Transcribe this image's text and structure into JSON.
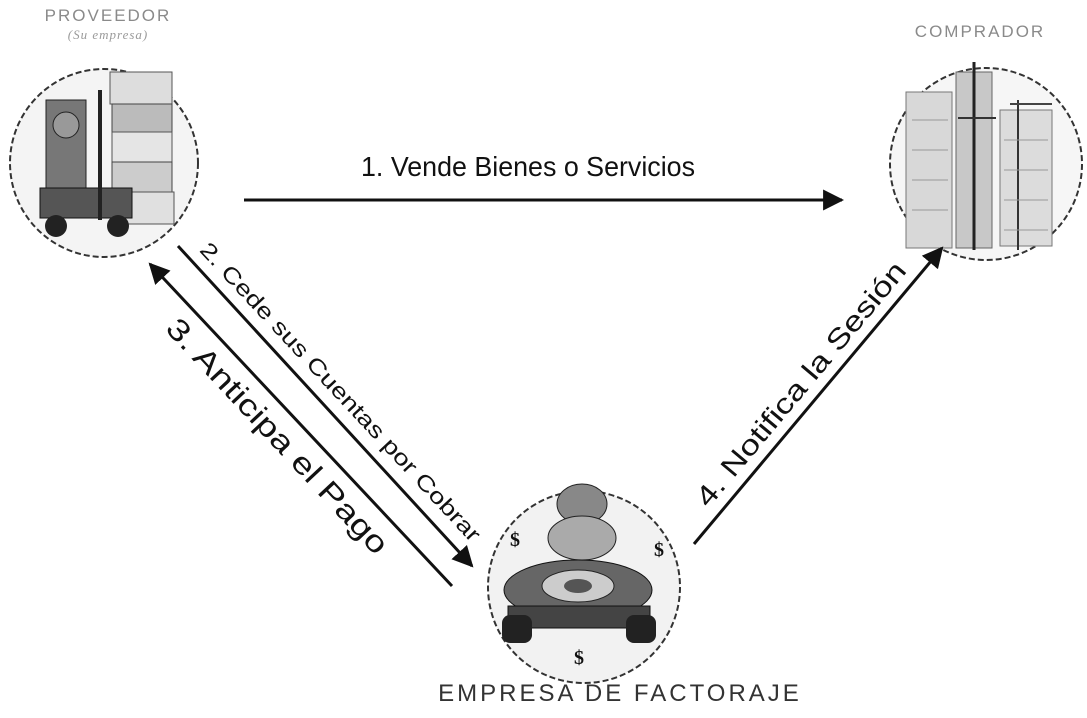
{
  "nodes": {
    "proveedor": {
      "title": "PROVEEDOR",
      "subtitle": "(Su empresa)"
    },
    "comprador": {
      "title": "COMPRADOR"
    },
    "factoraje": {
      "title": "EMPRESA DE FACTORAJE",
      "symbols": [
        "$",
        "$",
        "$"
      ]
    }
  },
  "flows": [
    {
      "label": "1. Vende Bienes o Servicios"
    },
    {
      "label": "2. Cede sus Cuentas por Cobrar"
    },
    {
      "label": "3. Anticipa el Pago"
    },
    {
      "label": "4. Notifica la Sesión"
    }
  ],
  "icons": {
    "proveedor": "forklift-boxes-icon",
    "comprador": "buildings-icon",
    "factoraje": "money-pile-icon"
  },
  "colors": {
    "arrow": "#111111",
    "circle_stroke": "#333333",
    "title_gray": "#8a8a8a"
  }
}
